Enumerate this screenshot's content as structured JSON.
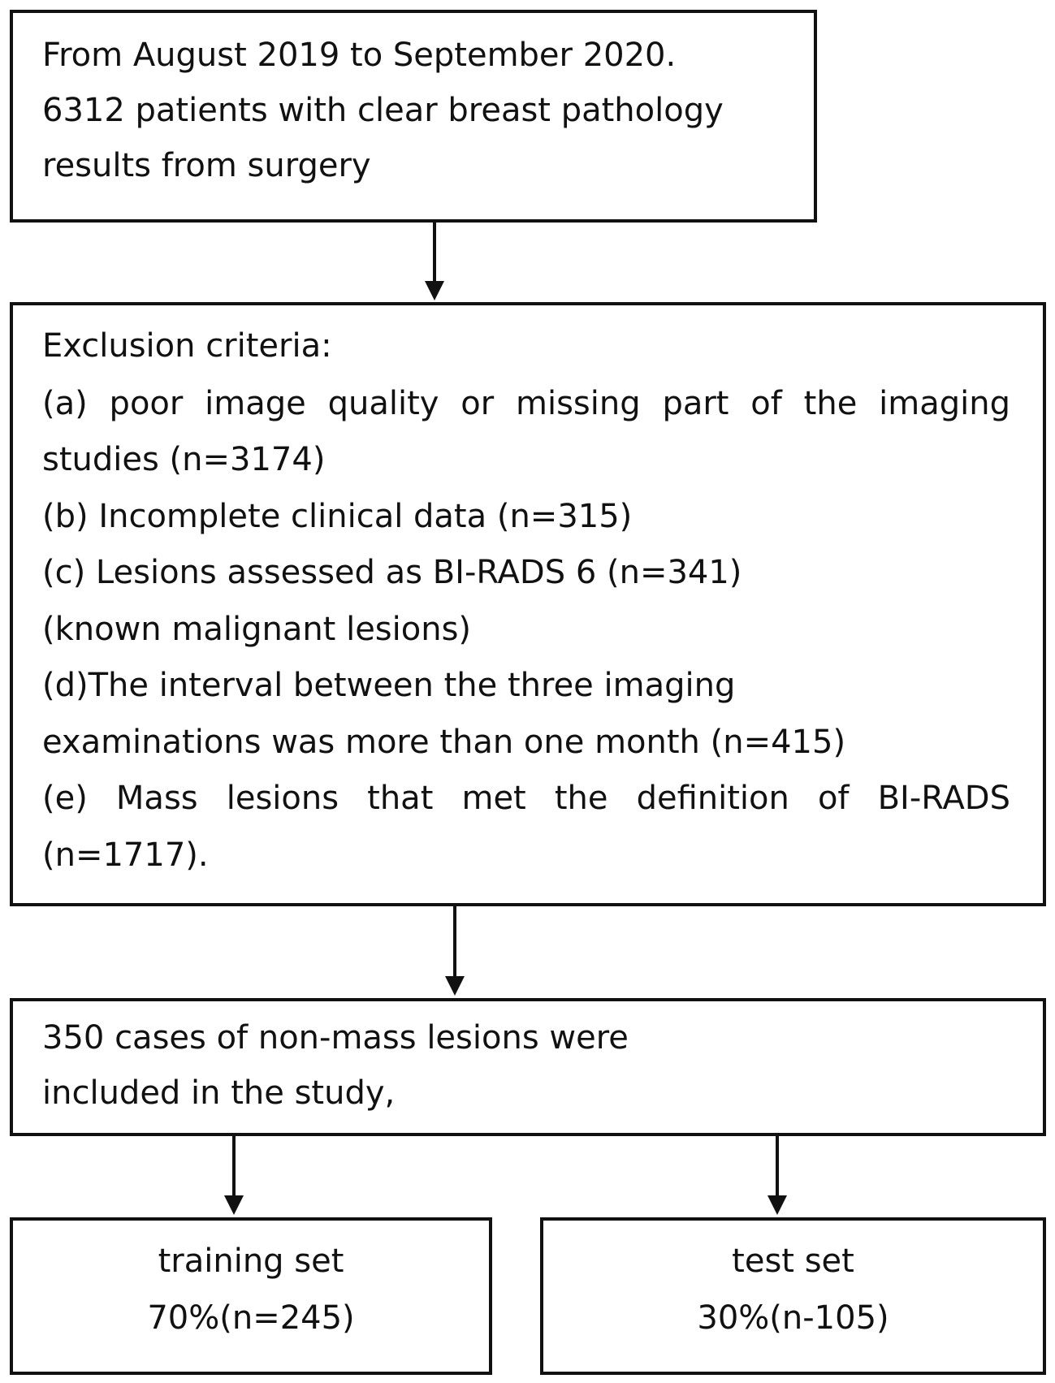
{
  "start": {
    "lines": [
      "From August 2019 to September 2020.",
      "6312 patients with clear breast pathology",
      "results from surgery"
    ]
  },
  "exclusion": {
    "title": "Exclusion criteria:",
    "lines": [
      "(a) poor image quality or missing part of the imaging",
      "studies (n=3174)",
      "(b) Incomplete clinical data (n=315)",
      "(c) Lesions assessed as BI-RADS 6 (n=341)",
      "(known malignant lesions)",
      "(d)The interval between the three imaging",
      "examinations was more than one month (n=415)",
      "(e) Mass lesions that met the definition of BI-RADS",
      "(n=1717)."
    ]
  },
  "included": {
    "lines": [
      "350 cases of non-mass lesions were",
      "included in the study,"
    ]
  },
  "training": {
    "label": "training set",
    "value": "70%(n=245)"
  },
  "test": {
    "label": "test set",
    "value": "30%(n-105)"
  }
}
